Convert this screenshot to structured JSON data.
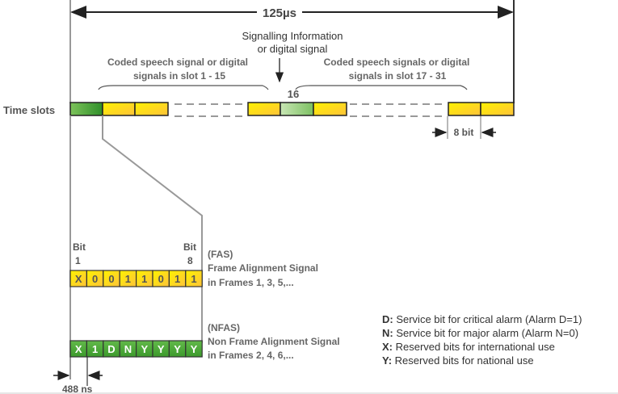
{
  "frame": {
    "duration_label": "125µs",
    "time_slots_label": "Time slots",
    "signalling_label_line1": "Signalling Information",
    "signalling_label_line2": "or digital signal",
    "slot16_label": "16",
    "left_group_line1": "Coded speech signal or digital",
    "left_group_line2": "signals in slot 1 - 15",
    "right_group_line1": "Coded speech signals or digital",
    "right_group_line2": "signals in slot 17 - 31",
    "bit_width_label": "8 bit"
  },
  "bits": {
    "bit_first_label": "Bit",
    "bit_first_num": "1",
    "bit_last_label": "Bit",
    "bit_last_num": "8",
    "fas": {
      "values": [
        "X",
        "0",
        "0",
        "1",
        "1",
        "0",
        "1",
        "1"
      ],
      "abbr": "(FAS)",
      "name": "Frame Alignment Signal",
      "frames": "in Frames 1, 3, 5,..."
    },
    "nfas": {
      "values": [
        "X",
        "1",
        "D",
        "N",
        "Y",
        "Y",
        "Y",
        "Y"
      ],
      "abbr": "(NFAS)",
      "name": "Non Frame Alignment Signal",
      "frames": "in Frames 2, 4, 6,..."
    },
    "bit_duration_label": "488 ns"
  },
  "legend": [
    {
      "key": "D:",
      "text": " Service bit for critical alarm (Alarm D=1)"
    },
    {
      "key": "N:",
      "text": " Service bit for major alarm (Alarm N=0)"
    },
    {
      "key": "X:",
      "text": " Reserved bits for international use"
    },
    {
      "key": "Y:",
      "text": " Reserved bits for national use"
    }
  ],
  "colors": {
    "yellow_slot": "#ffe100",
    "green_slot": "#3f9e32",
    "light_green_slot": "#a8d48e",
    "text_gray": "#555555"
  }
}
